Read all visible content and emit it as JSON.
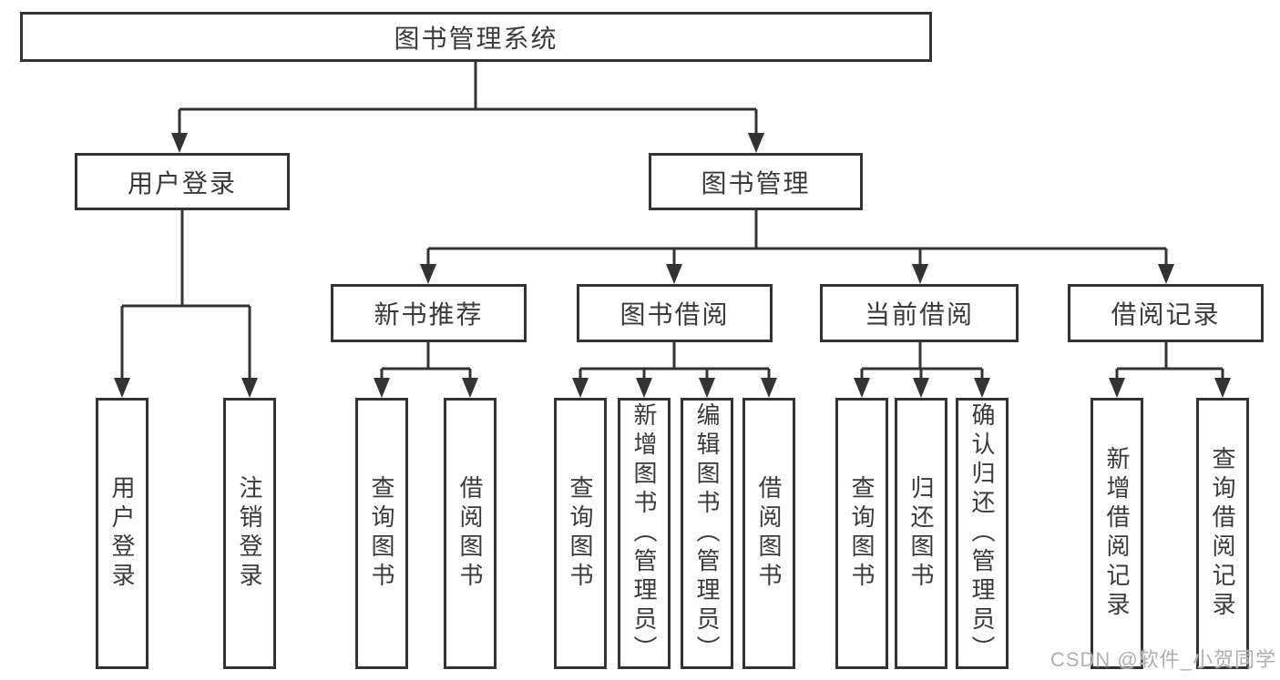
{
  "diagram": {
    "root": {
      "label": "图书管理系统"
    },
    "user_branch": {
      "label": "用户登录",
      "children": [
        {
          "label": "用户登录"
        },
        {
          "label": "注销登录"
        }
      ]
    },
    "book_branch": {
      "label": "图书管理",
      "groups": [
        {
          "label": "新书推荐",
          "children": [
            {
              "label": "查询图书"
            },
            {
              "label": "借阅图书"
            }
          ]
        },
        {
          "label": "图书借阅",
          "children": [
            {
              "label": "查询图书"
            },
            {
              "label": "新增图书（管理员）"
            },
            {
              "label": "编辑图书（管理员）"
            },
            {
              "label": "借阅图书"
            }
          ]
        },
        {
          "label": "当前借阅",
          "children": [
            {
              "label": "查询图书"
            },
            {
              "label": "归还图书"
            },
            {
              "label": "确认归还（管理员）"
            }
          ]
        },
        {
          "label": "借阅记录",
          "children": [
            {
              "label": "新增借阅记录"
            },
            {
              "label": "查询借阅记录"
            }
          ]
        }
      ]
    },
    "watermark": "CSDN @软件_小贺同学"
  },
  "colors": {
    "line": "#333333",
    "box_border": "#333333",
    "text": "#3a3a3a",
    "watermark": "#b0b0b0",
    "background": "#ffffff"
  }
}
